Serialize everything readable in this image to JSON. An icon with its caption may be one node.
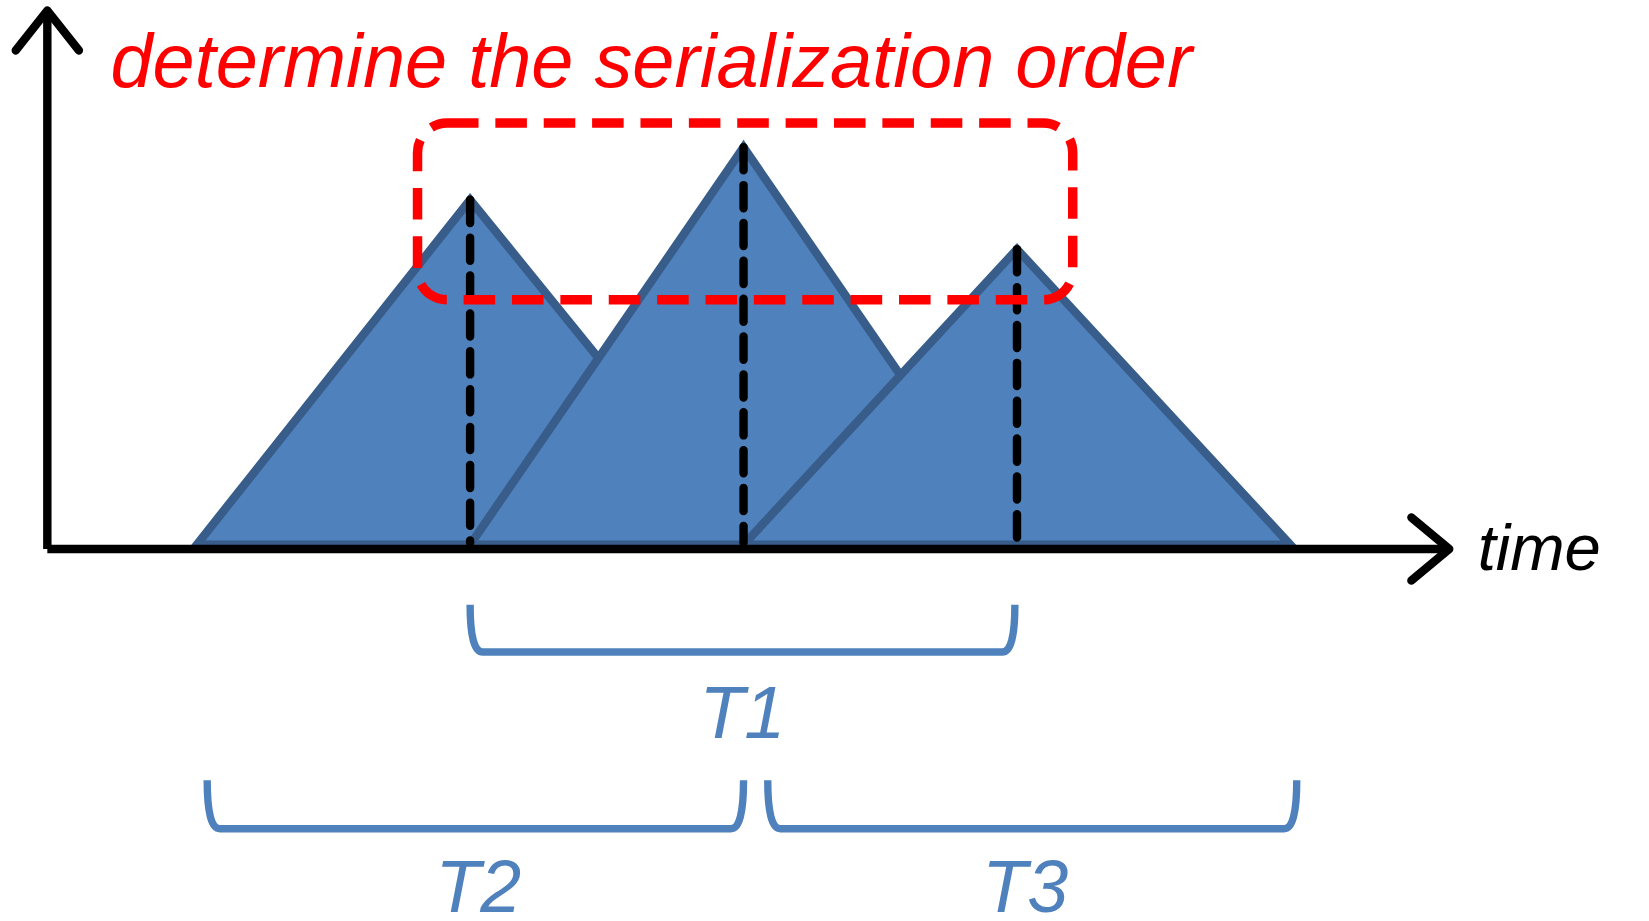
{
  "diagram": {
    "labels": [
      "determine the serialization order",
      "time",
      "T1",
      "T2",
      "T3"
    ]
  }
}
